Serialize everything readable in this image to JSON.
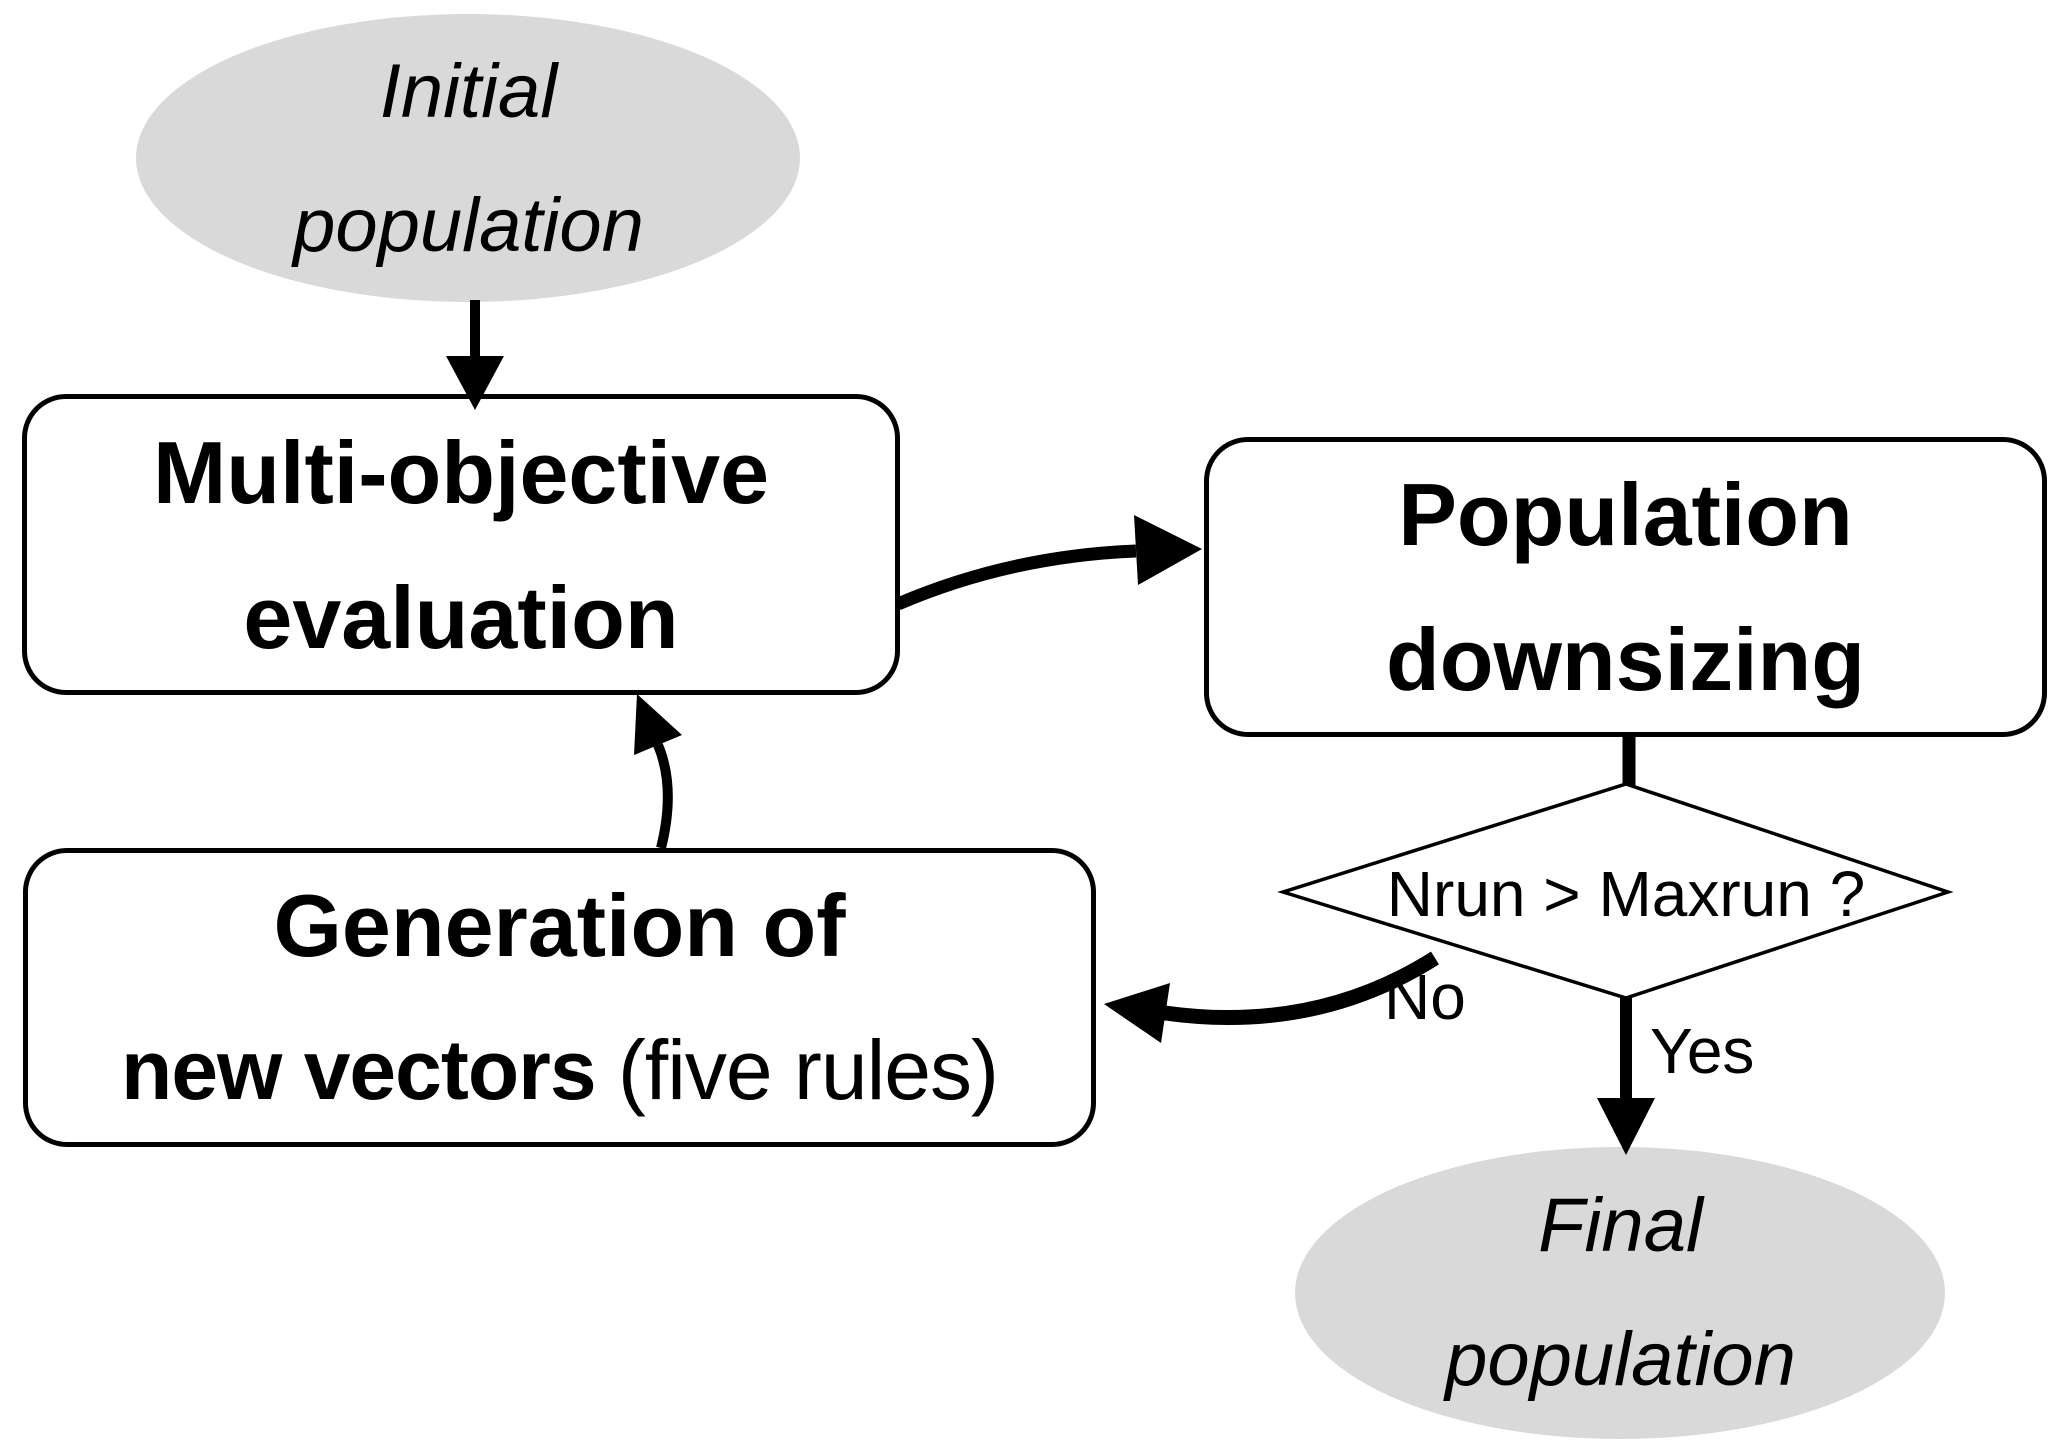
{
  "nodes": {
    "initial_population": {
      "type": "terminator",
      "line1": "Initial",
      "line2": "population"
    },
    "multi_objective_evaluation": {
      "type": "process",
      "line1": "Multi-objective",
      "line2": "evaluation"
    },
    "population_downsizing": {
      "type": "process",
      "line1": "Population",
      "line2": "downsizing"
    },
    "generation_of_new_vectors": {
      "type": "process",
      "line1": "Generation of",
      "line2_bold": "new vectors",
      "line2_regular": " (five rules)"
    },
    "decision": {
      "type": "decision",
      "label": "Nrun > Maxrun ?"
    },
    "final_population": {
      "type": "terminator",
      "line1": "Final",
      "line2": "population"
    }
  },
  "edges": [
    {
      "from": "initial-population",
      "to": "multi-objective-evaluation",
      "label": ""
    },
    {
      "from": "multi-objective-evaluation",
      "to": "population-downsizing",
      "label": ""
    },
    {
      "from": "population-downsizing",
      "to": "decision",
      "label": ""
    },
    {
      "from": "decision",
      "to": "generation-of-new-vectors",
      "label": "No"
    },
    {
      "from": "decision",
      "to": "final-population",
      "label": "Yes"
    },
    {
      "from": "generation-of-new-vectors",
      "to": "multi-objective-evaluation",
      "label": ""
    }
  ],
  "colors": {
    "terminator_fill": "#d9d9d9",
    "process_fill": "#ffffff",
    "line": "#000000"
  }
}
